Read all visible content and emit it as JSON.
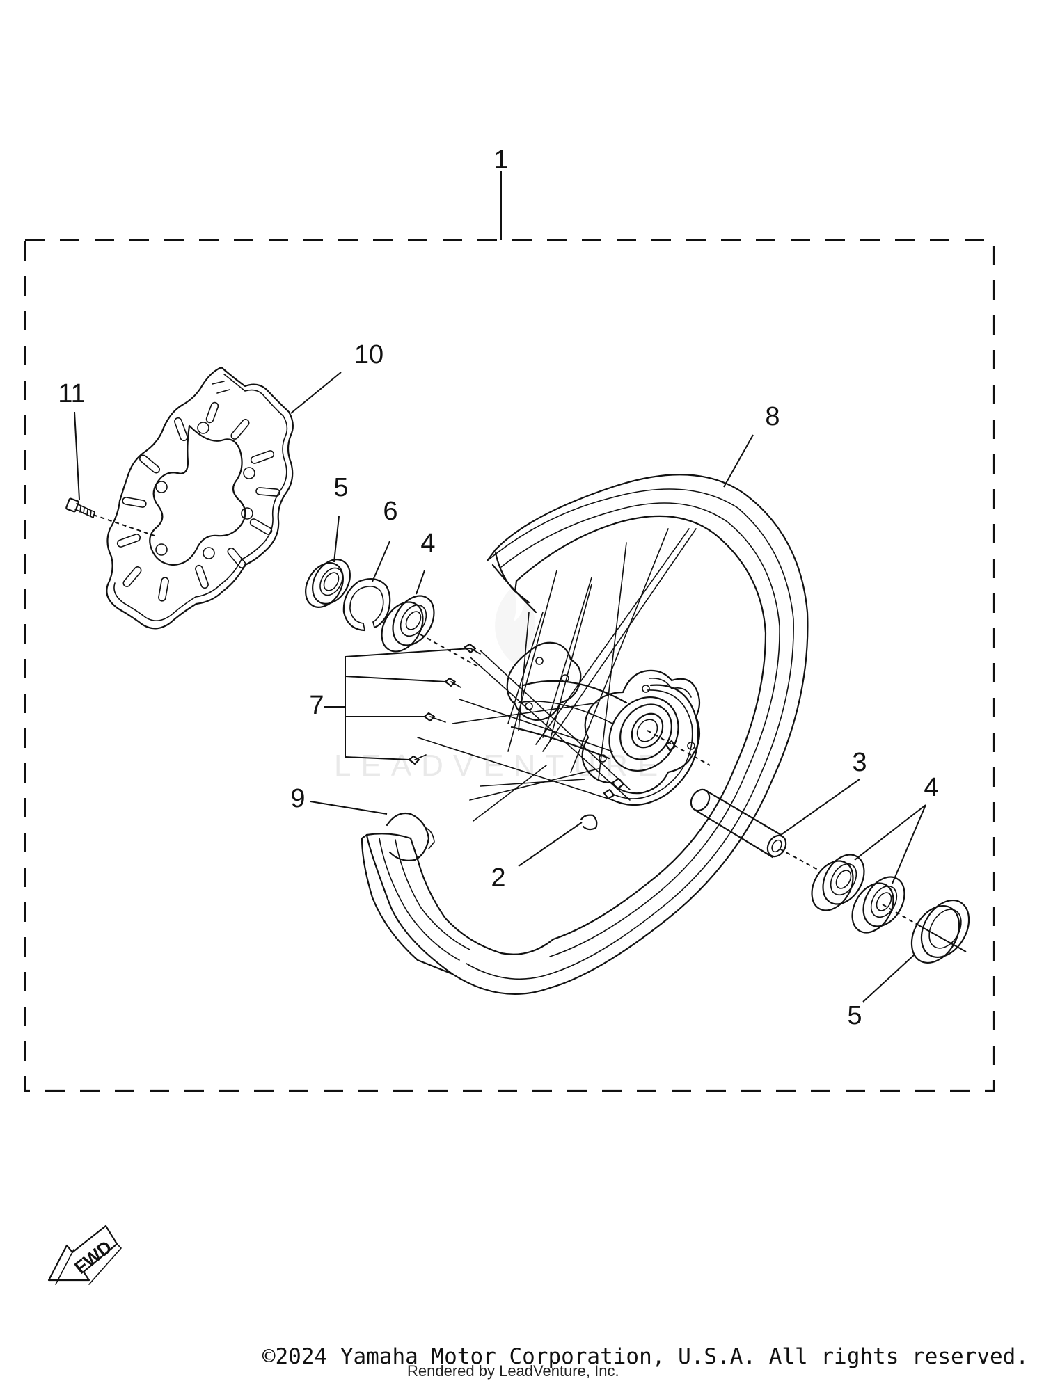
{
  "diagram": {
    "callouts": [
      {
        "id": "c1",
        "label": "1"
      },
      {
        "id": "c2",
        "label": "2"
      },
      {
        "id": "c3",
        "label": "3"
      },
      {
        "id": "c4a",
        "label": "4"
      },
      {
        "id": "c4b",
        "label": "4"
      },
      {
        "id": "c5a",
        "label": "5"
      },
      {
        "id": "c5b",
        "label": "5"
      },
      {
        "id": "c6",
        "label": "6"
      },
      {
        "id": "c7",
        "label": "7"
      },
      {
        "id": "c8",
        "label": "8"
      },
      {
        "id": "c9",
        "label": "9"
      },
      {
        "id": "c10",
        "label": "10"
      },
      {
        "id": "c11",
        "label": "11"
      }
    ],
    "fwd_label": "FWD",
    "watermark": "LEADVENTURE"
  },
  "footer": {
    "copyright": "©2024 Yamaha Motor Corporation, U.S.A. All rights reserved.",
    "rendered_by": "Rendered by LeadVenture, Inc."
  }
}
